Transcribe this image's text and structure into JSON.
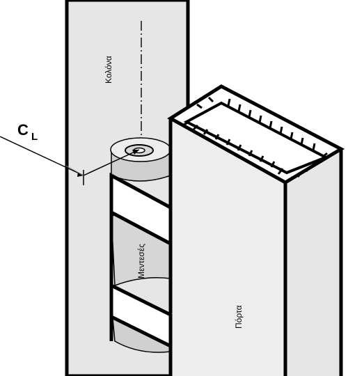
{
  "labels": {
    "column": "Κολόνα",
    "hinges": "Μεντεσές",
    "door": "Πόρτα",
    "centerline_main": "C",
    "centerline_sub": "L"
  },
  "colors": {
    "stroke": "#000000",
    "face": "#e6e6e6",
    "shade": "#c8c8c8",
    "background": "#ffffff"
  }
}
